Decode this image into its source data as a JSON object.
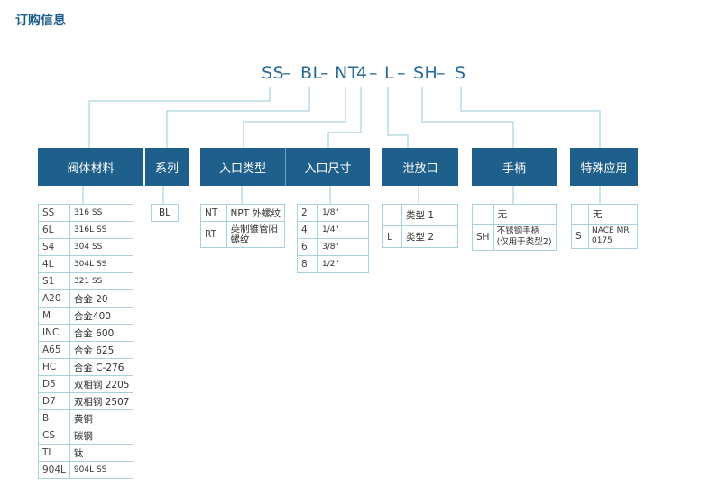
{
  "title": "订购信息",
  "code": {
    "ss": "SS",
    "dash1": "–",
    "bl": "BL",
    "dash2": "–",
    "nt": "NT",
    "four": "4",
    "dash3": "–",
    "l": "L",
    "dash4": "–",
    "sh": "SH",
    "dash5": "–",
    "s": "S"
  },
  "headers": {
    "material": "阀体材料",
    "series": "系列",
    "inlet_type": "入口类型",
    "inlet_size": "入口尺寸",
    "vent": "泄放口",
    "handle": "手柄",
    "special": "特殊应用"
  },
  "materials": [
    {
      "code": "SS",
      "name": "316 SS"
    },
    {
      "code": "6L",
      "name": "316L SS"
    },
    {
      "code": "S4",
      "name": "304 SS"
    },
    {
      "code": "4L",
      "name": "304L SS"
    },
    {
      "code": "S1",
      "name": "321 SS"
    },
    {
      "code": "A20",
      "name": "合金 20"
    },
    {
      "code": "M",
      "name": "合金400"
    },
    {
      "code": "INC",
      "name": "合金 600"
    },
    {
      "code": "A65",
      "name": "合金 625"
    },
    {
      "code": "HC",
      "name": "合金 C-276"
    },
    {
      "code": "D5",
      "name": "双相钢 2205"
    },
    {
      "code": "D7",
      "name": "双相钢 2507"
    },
    {
      "code": "B",
      "name": "黄铜"
    },
    {
      "code": "CS",
      "name": "碳钢"
    },
    {
      "code": "TI",
      "name": "钛"
    },
    {
      "code": "904L",
      "name": "904L SS"
    }
  ],
  "series": [
    "BL"
  ],
  "inlet_types": [
    {
      "code": "NT",
      "name": "NPT 外螺纹"
    },
    {
      "code": "RT",
      "name": "英制锥管阳螺纹"
    }
  ],
  "inlet_sizes": [
    {
      "code": "2",
      "name": "1/8\""
    },
    {
      "code": "4",
      "name": "1/4\""
    },
    {
      "code": "6",
      "name": "3/8\""
    },
    {
      "code": "8",
      "name": "1/2\""
    }
  ],
  "vents": [
    {
      "code": "",
      "name": "类型 1"
    },
    {
      "code": "L",
      "name": "类型 2"
    }
  ],
  "handles": [
    {
      "code": "",
      "name": "无"
    },
    {
      "code": "SH",
      "name": "不锈钢手柄 (仅用于类型2)"
    }
  ],
  "special": [
    {
      "code": "",
      "name": "无"
    },
    {
      "code": "S",
      "name": "NACE MR 0175"
    }
  ]
}
